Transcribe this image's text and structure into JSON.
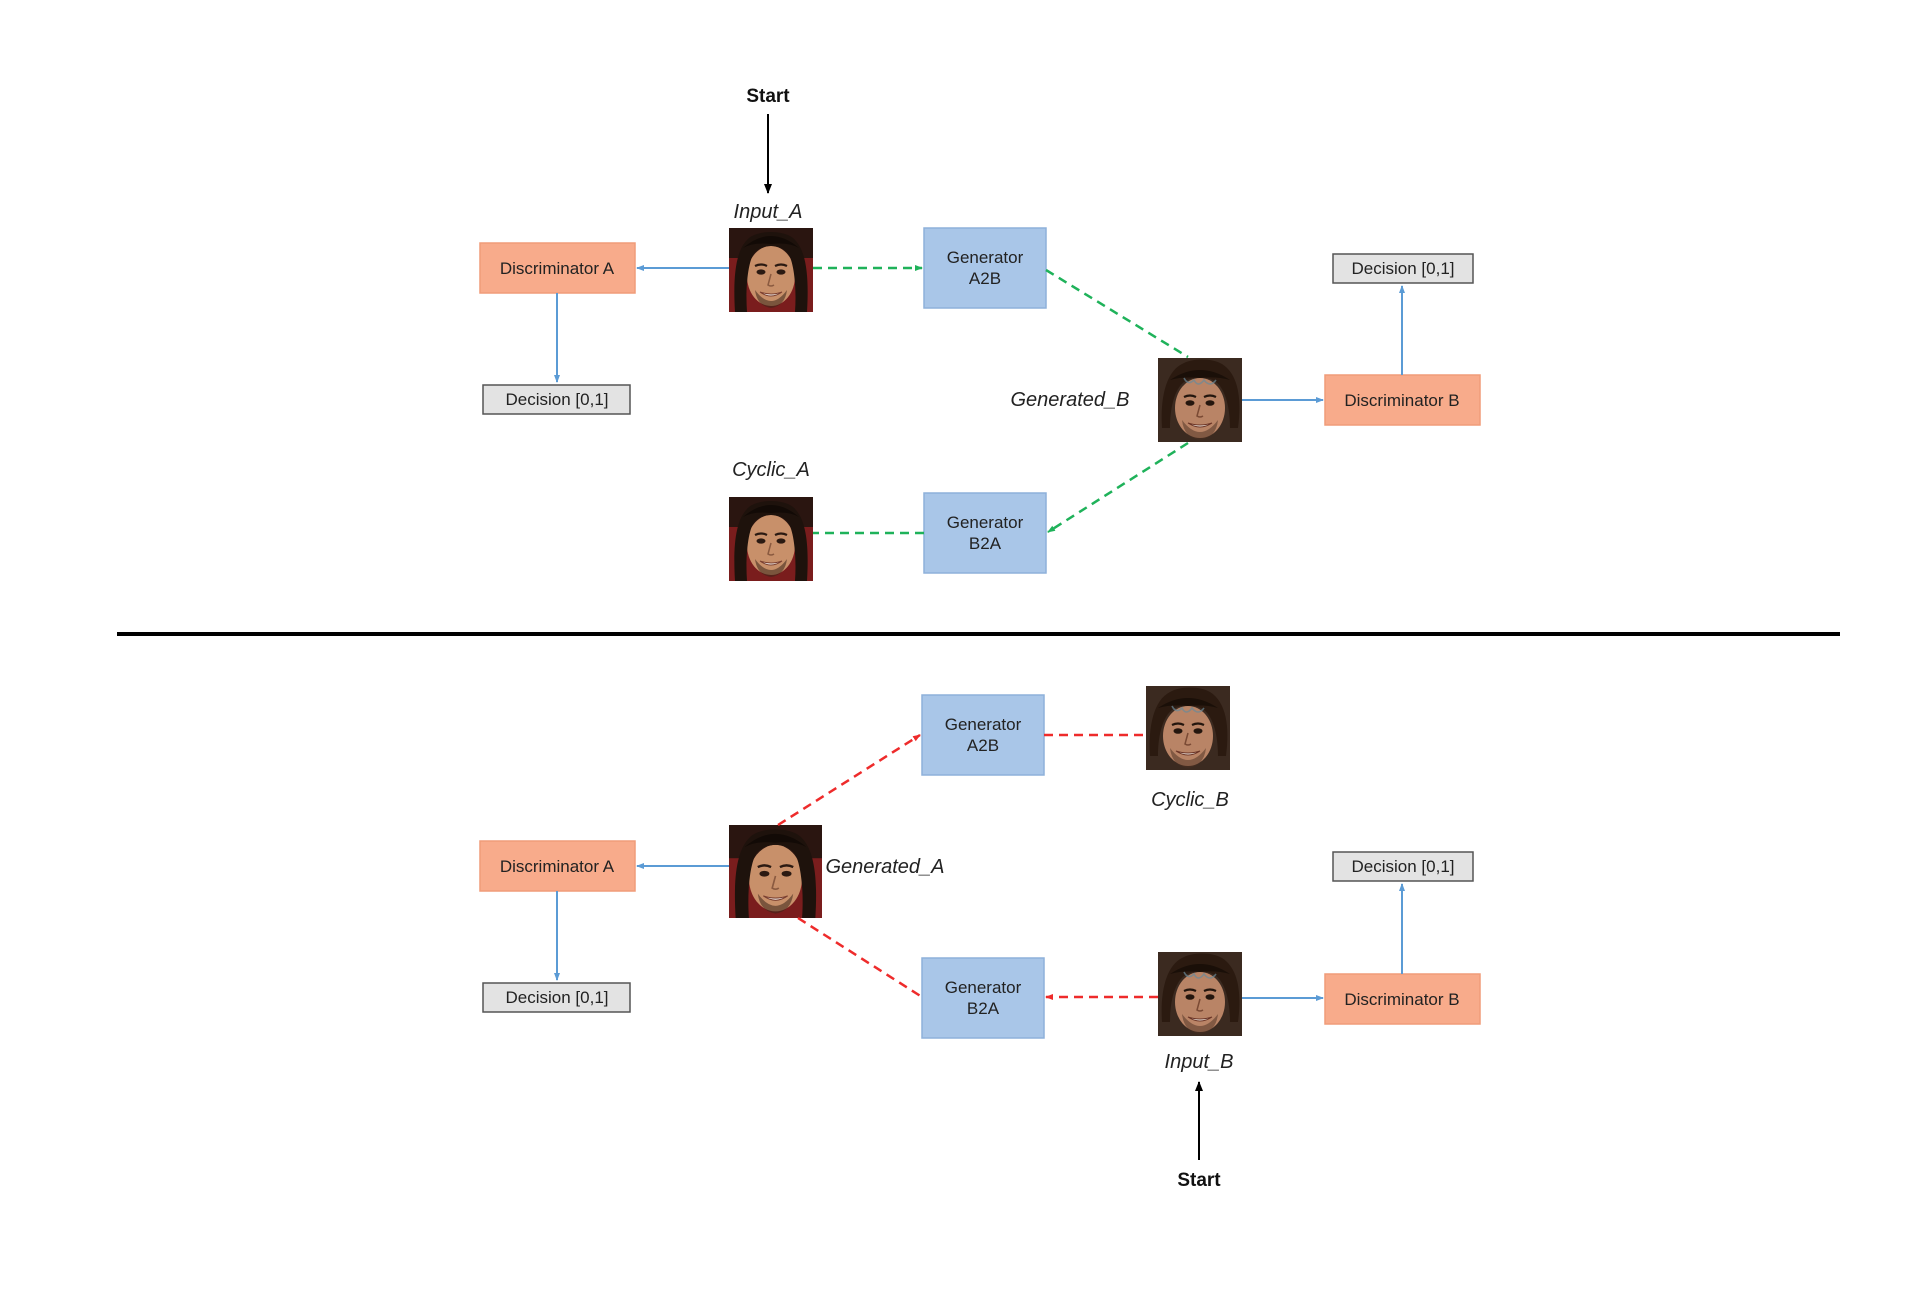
{
  "colors": {
    "discriminator_fill": "#f8ab8b",
    "discriminator_stroke": "#f09c79",
    "generator_fill": "#a9c6e8",
    "generator_stroke": "#8eb1da",
    "decision_fill": "#e3e3e3",
    "decision_stroke": "#555555",
    "blue_arrow": "#5b9bd5",
    "green_dash": "#1fb25a",
    "red_dash": "#ee2b2b",
    "divider": "#000000"
  },
  "top": {
    "start": "Start",
    "input_label": "Input_A",
    "discriminator_a": "Discriminator A",
    "decision_left": "Decision [0,1]",
    "generator_a2b_line1": "Generator",
    "generator_a2b_line2": "A2B",
    "generated_label": "Generated_B",
    "discriminator_b": "Discriminator B",
    "decision_right": "Decision [0,1]",
    "cyclic_label": "Cyclic_A",
    "generator_b2a_line1": "Generator",
    "generator_b2a_line2": "B2A"
  },
  "bottom": {
    "generator_a2b_line1": "Generator",
    "generator_a2b_line2": "A2B",
    "cyclic_label": "Cyclic_B",
    "discriminator_a": "Discriminator A",
    "generated_label": "Generated_A",
    "decision_left": "Decision [0,1]",
    "decision_right": "Decision [0,1]",
    "generator_b2a_line1": "Generator",
    "generator_b2a_line2": "B2A",
    "discriminator_b": "Discriminator B",
    "input_label": "Input_B",
    "start": "Start"
  },
  "face_icons": [
    "face-photo-a",
    "face-photo-b"
  ]
}
